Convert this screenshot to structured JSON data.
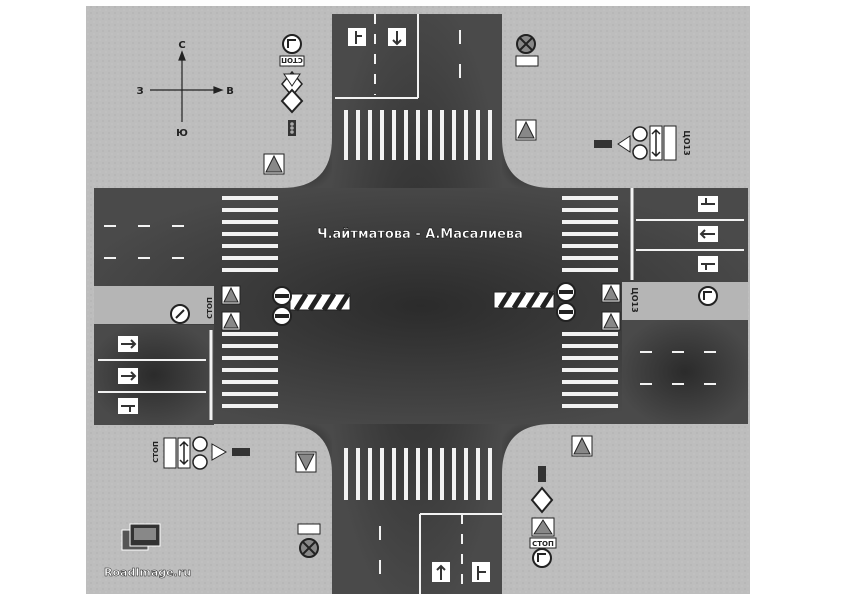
{
  "diagram": {
    "title": "Ч.айтматова - А.Масалиева",
    "watermark": "RoadImage.ru",
    "compass": {
      "north": "С",
      "south": "Ю",
      "east": "В",
      "west": "З"
    },
    "stop_label": "СТОП",
    "sign_code": "ЦО13"
  },
  "colors": {
    "background": "#ffffff",
    "surround": "#b9b9b9",
    "asphalt": "#3c3c3c",
    "marking": "#f2f2f2",
    "barrier_red": "#333333"
  }
}
